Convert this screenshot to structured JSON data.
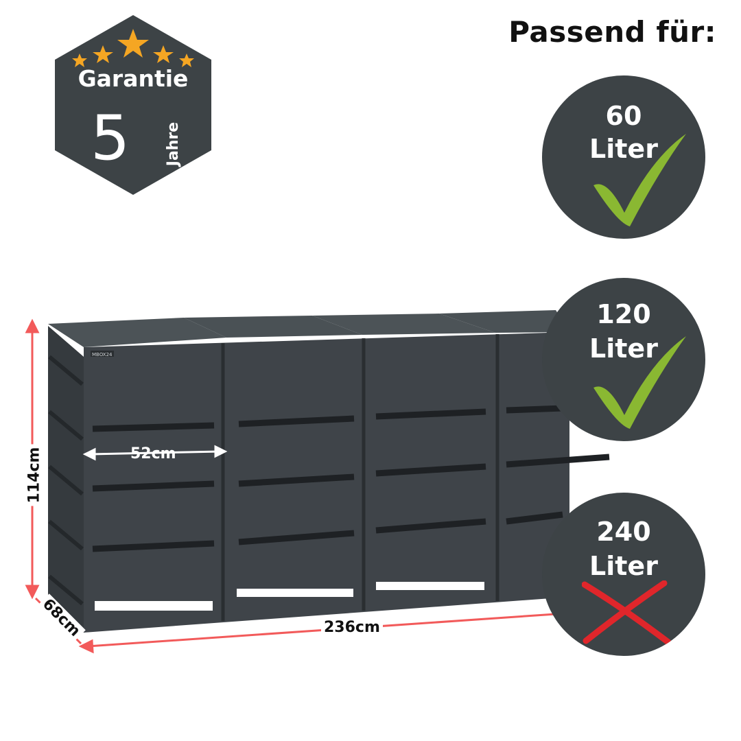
{
  "headline": "Passend für:",
  "badge": {
    "title": "Garantie",
    "number": "5",
    "unit": "Jahre",
    "star_color": "#f5a623",
    "bg_color": "#3d4346"
  },
  "dimensions": {
    "height": "114cm",
    "depth": "68cm",
    "width": "236cm",
    "door_width": "52cm",
    "line_color": "#f25a5a"
  },
  "product": {
    "brand_plate": "MBOX24",
    "compartments": 4,
    "color": "#3f4449"
  },
  "compatibility": [
    {
      "amount": "60",
      "unit": "Liter",
      "fits": true,
      "icon": "check-icon",
      "icon_color": "#8ab832"
    },
    {
      "amount": "120",
      "unit": "Liter",
      "fits": true,
      "icon": "check-icon",
      "icon_color": "#8ab832"
    },
    {
      "amount": "240",
      "unit": "Liter",
      "fits": false,
      "icon": "cross-icon",
      "icon_color": "#e0262b"
    }
  ]
}
